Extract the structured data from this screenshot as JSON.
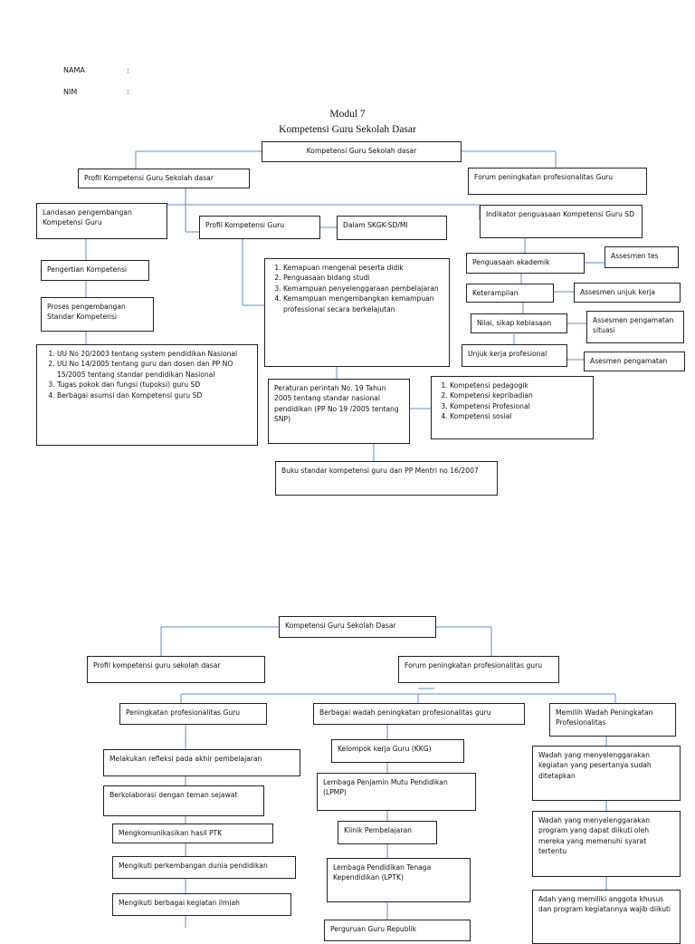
{
  "header": {
    "nama_label": "NAMA",
    "nim_label": "NIM",
    "colon": ":",
    "title_line1": "Modul 7",
    "title_line2": "Kompetensi Guru Sekolah Dasar"
  },
  "diagram1": {
    "root": "Kompetensi Guru Sekolah dasar",
    "profil": "Profil Kompetensi Guru Sekolah dasar",
    "forum": "Forum peningkatan profesionalitas Guru",
    "landasan": "Landasan pengembangan Kompetensi Guru",
    "pengertian": "Pengertian Kompetensi",
    "proses": "Proses pengembangan Standar Kompetensi",
    "landasan_list": [
      "UU No 20/2003 tentang system pendidikan Nasional",
      "UU No 14/2005 tentang guru dan dosen dan PP NO 15/2005 tentang standar pendidikan Nasional",
      "Tugas pokok dan fungsi (tupoksi) guru SD",
      "Berbagai asumsi dan Kompetensi guru SD"
    ],
    "profil_kompetensi": "Profil Kompetensi Guru",
    "skgk": "Dalam SKGK-SD/MI",
    "kemampuan_list": [
      "Kemapuan mengenal peserta didik",
      "Penguasaan bidang studi",
      "Kemampuan penyelenggaraan pembelajaran",
      "Kemampuan mengembangkan kemampuan professional secara berkelajutan"
    ],
    "peraturan": "Peraturan perintah No. 19 Tahun 2005 tentang standar nasional pendidikan (PP No 19 /2005 tentang SNP)",
    "kompetensi_list": [
      "Kompetensi pedagogik",
      "Kompetensi kepribadian",
      "Kompetensi Profesional",
      "Kompetensi sosial"
    ],
    "buku": "Buku standar kompetensi guru dan PP Mentri no 16/2007",
    "indikator": "Indikator penguasaan Kompetensi Guru SD",
    "akademik": "Penguasaan akademik",
    "asesmen_tes": "Assesmen tes",
    "keterampilan": "Keterampilan",
    "asesmen_unjuk": "Assesmen unjuk kerja",
    "nilai": "Nilai, sikap kebiasaan",
    "asesmen_situasi": "Assesmen pengamatan situasi",
    "unjuk": "Unjuk kerja profesional",
    "asesmen_pengamatan": "Asesmen pengamatan"
  },
  "diagram2": {
    "root": "Kompetensi Guru Sekolah Dasar",
    "profil": "Profil kompetensi guru sekolah dasar",
    "forum": "Forum peningkatan profesionalitas guru",
    "col1_head": "Peningkatan profesionalitas Guru",
    "col1_items": [
      "Melakukan refleksi pada akhir pembelajaran",
      "Berkolaborasi dengan teman sejawat",
      "Mengkomunikasikan hasil PTK",
      "Mengikuti perkembangan dunia pendidikan",
      "Mengikuti berbagai kegiatan ilmiah"
    ],
    "col2_head": "Berbagai wadah peningkatan profesionalitas guru",
    "col2_items": [
      "Kelompok kerja Guru (KKG)",
      "Lembaga Penjamin Mutu Pendidikan (LPMP)",
      "Klinik Pembelajaran",
      "Lembaga Pendidikan Tenaga Kependidikan (LPTK)",
      "Perguruan Guru Republik"
    ],
    "col3_head": "Memilih Wadah Peningkatan Profesionalitas",
    "col3_items": [
      "Wadah yang menyelenggarakan kegiatan yang pesertanya sudah ditetapkan",
      "Wadah yang menyelenggarakan program yang dapat diikuti oleh mereka yang memenuhi syarat tertentu",
      "Adah yang memiliki anggota khusus dan program kegiatannya wajib diikuti"
    ]
  }
}
